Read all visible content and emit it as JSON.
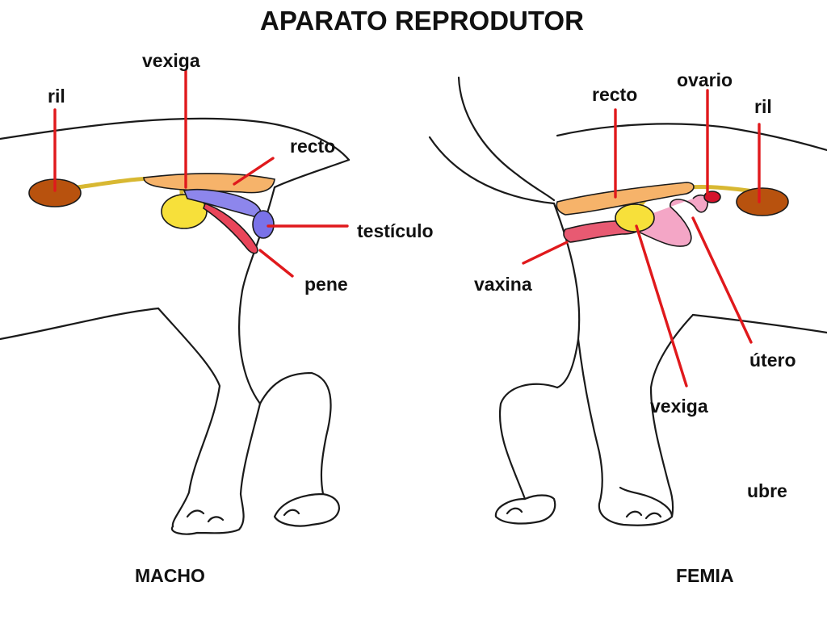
{
  "title": "APARATO REPRODUTOR",
  "colors": {
    "outline": "#1a1a1a",
    "pointer": "#e0191c",
    "kidney": "#b8520e",
    "rectum": "#f6b36a",
    "bladder": "#f7e03a",
    "testicle": "#7a72e8",
    "penis": "#e9455a",
    "uterus": "#f4a6c6",
    "vagina": "#e85a72",
    "ovary": "#d4132d",
    "ureter": "#f2d44e"
  },
  "male": {
    "sex_label": "MACHO",
    "labels": {
      "kidney": "ril",
      "bladder": "vexiga",
      "rectum": "recto",
      "testicle": "testículo",
      "penis": "pene"
    }
  },
  "female": {
    "sex_label": "FEMIA",
    "labels": {
      "rectum": "recto",
      "ovary": "ovario",
      "kidney": "ril",
      "vagina": "vaxina",
      "uterus": "útero",
      "bladder": "vexiga",
      "udder": "ubre"
    }
  }
}
